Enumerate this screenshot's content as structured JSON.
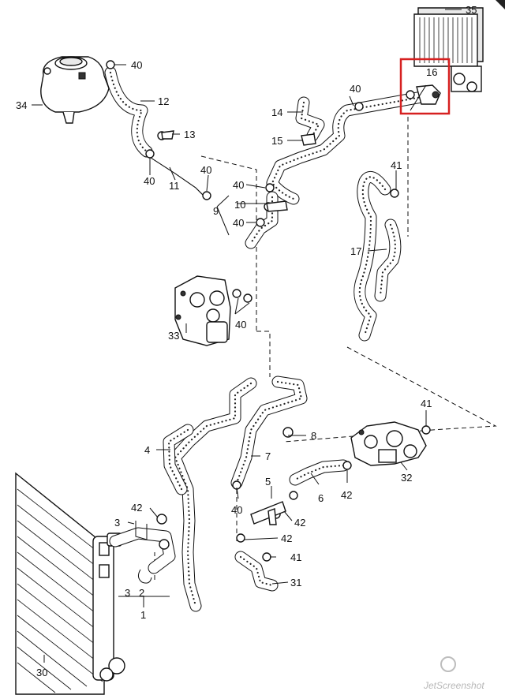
{
  "diagram": {
    "labels": {
      "l1": "1",
      "l2": "2",
      "l3a": "3",
      "l3b": "3",
      "l4": "4",
      "l5": "5",
      "l6": "6",
      "l7": "7",
      "l8": "8",
      "l9": "9",
      "l10": "10",
      "l11": "11",
      "l12": "12",
      "l13": "13",
      "l14": "14",
      "l15": "15",
      "l16": "16",
      "l17": "17",
      "l30": "30",
      "l31": "31",
      "l32": "32",
      "l33": "33",
      "l34": "34",
      "l35": "35",
      "l40a": "40",
      "l40b": "40",
      "l40c": "40",
      "l40d": "40",
      "l40e": "40",
      "l40f": "40",
      "l40g": "40",
      "l40h": "40",
      "l41a": "41",
      "l41b": "41",
      "l41c": "41",
      "l42a": "42",
      "l42b": "42",
      "l42c": "42",
      "l42d": "42"
    },
    "highlight_label": "16",
    "highlight_color": "#d62020",
    "watermark": "JetScreenshot"
  }
}
